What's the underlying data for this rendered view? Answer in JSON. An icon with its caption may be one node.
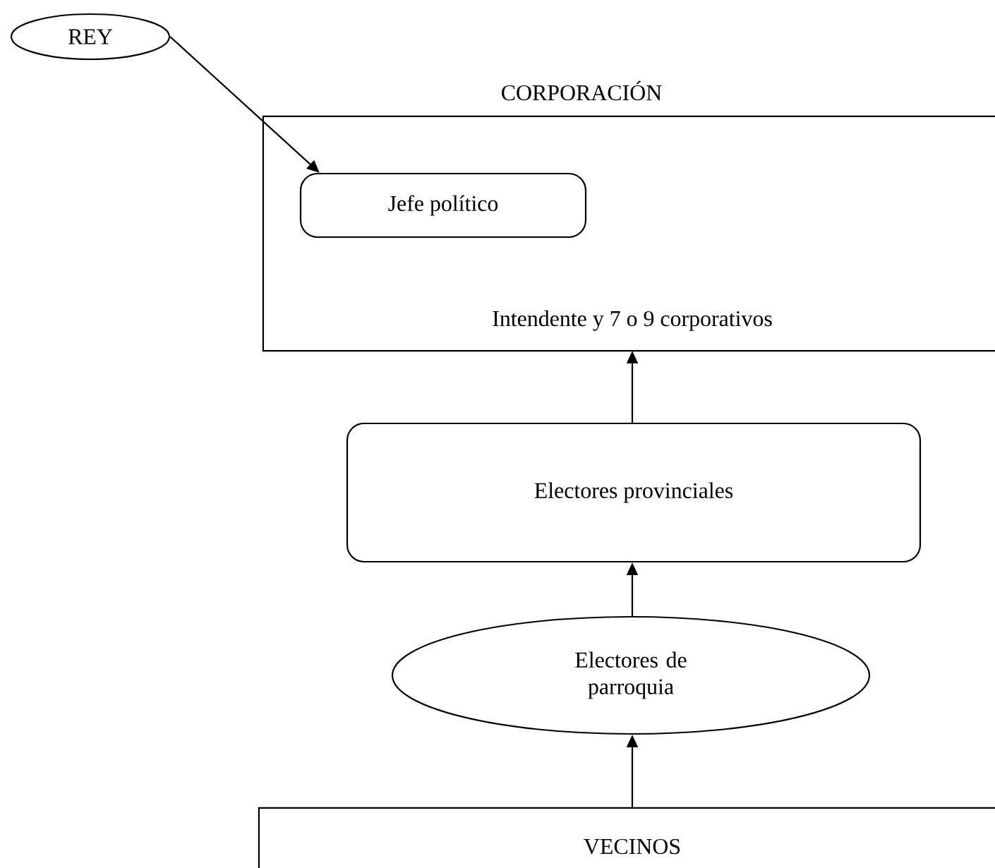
{
  "diagram": {
    "nodes": [
      {
        "text": [
          "REY"
        ]
      },
      {
        "text": [
          "CORPORACIÓN",
          "Intendente y 7 o 9 corporativos"
        ]
      },
      {
        "text": [
          "Jefe político"
        ],
        "in": 1
      },
      {
        "text": [
          "Electores provinciales"
        ]
      },
      {
        "text": [
          "Electores de parroquia"
        ]
      },
      {
        "text": [
          "VECINOS"
        ]
      }
    ],
    "edges": [
      {
        "from": 0,
        "to": 2,
        "arrow": "to"
      },
      {
        "from": 3,
        "to": 1,
        "arrow": "to"
      },
      {
        "from": 4,
        "to": 3,
        "arrow": "to"
      },
      {
        "from": 5,
        "to": 4,
        "arrow": "to"
      }
    ]
  }
}
